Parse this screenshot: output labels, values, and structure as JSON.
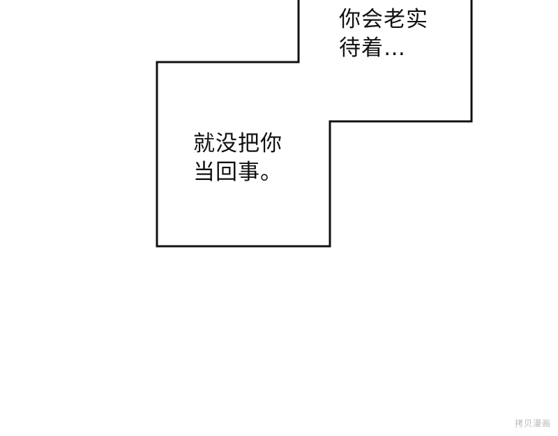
{
  "panel": {
    "caption_top": {
      "lines": [
        "你会老实",
        "待着…"
      ],
      "text": "你会老实\n待着…"
    },
    "caption_bottom": {
      "lines": [
        "就没把你",
        "当回事。"
      ],
      "text": "就没把你\n当回事。"
    }
  },
  "watermark": {
    "text": "拷贝漫画"
  },
  "colors": {
    "background": "#ffffff",
    "border": "#111111",
    "text": "#111111",
    "watermark": "#b8b8b8"
  }
}
